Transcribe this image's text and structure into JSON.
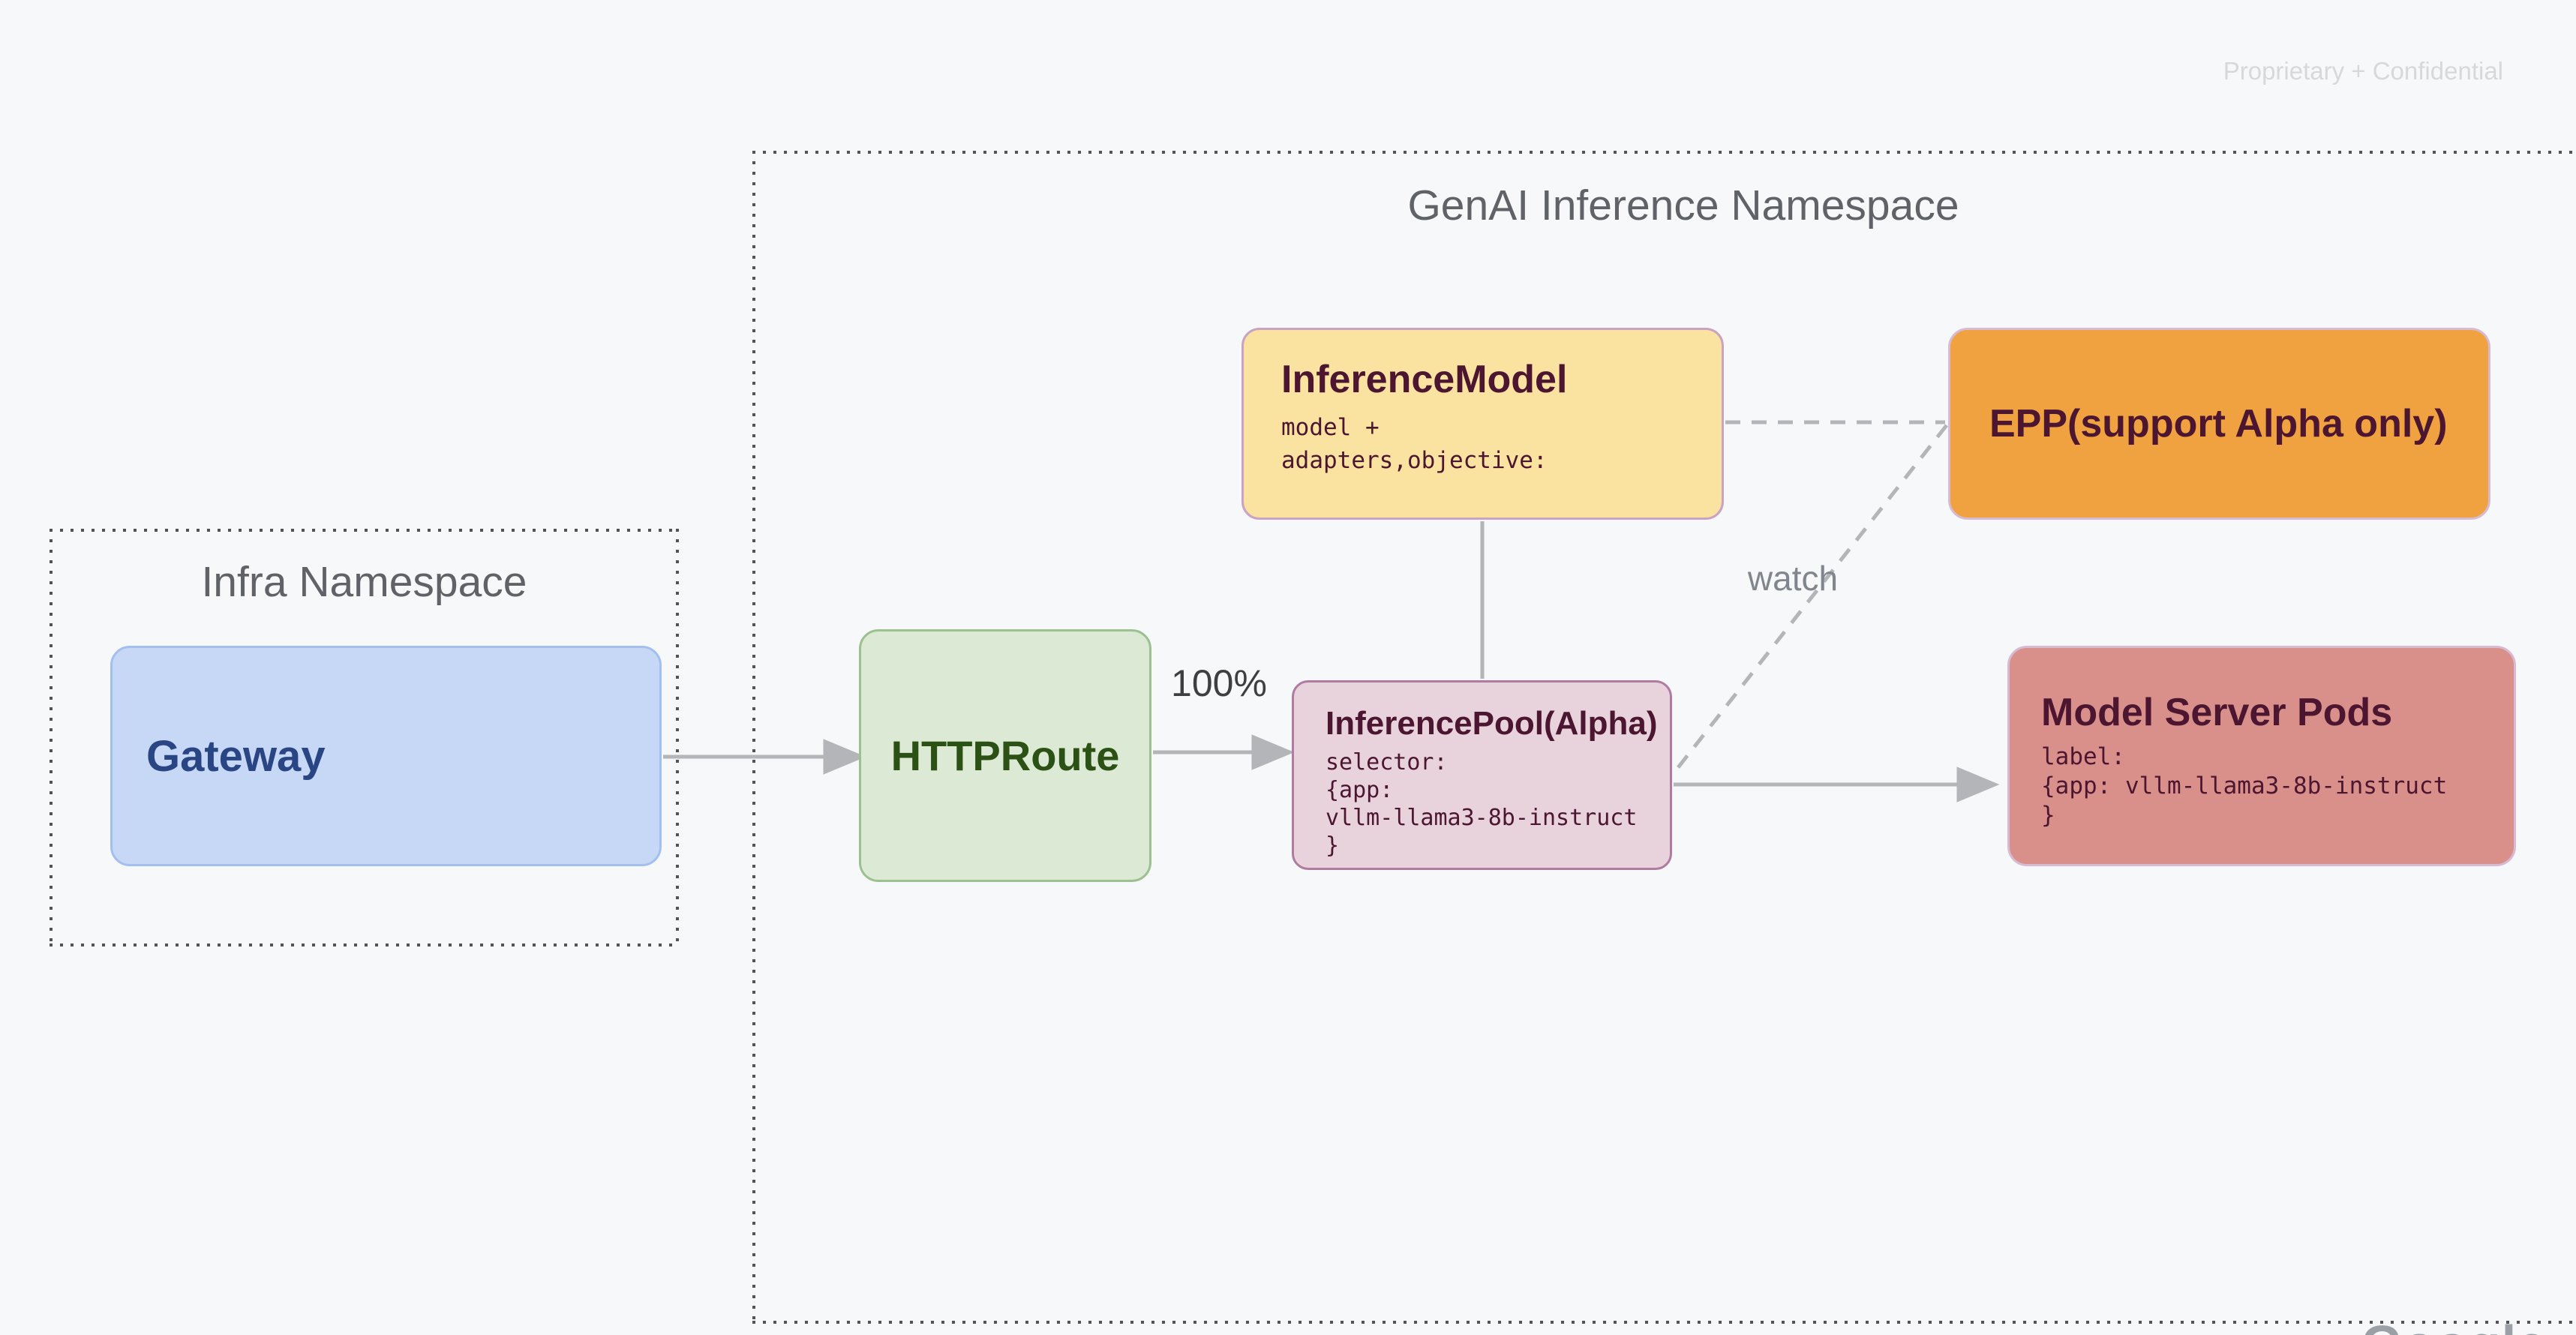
{
  "slide": {
    "confidential_note": "Proprietary + Confidential",
    "watermark_partial": "Google"
  },
  "infra_namespace": {
    "title": "Infra Namespace",
    "gateway": {
      "title": "Gateway"
    }
  },
  "genai_namespace": {
    "title": "GenAI Inference Namespace",
    "inference_model": {
      "title": "InferenceModel",
      "details": "model +\nadapters,objective:"
    },
    "epp": {
      "title": "EPP(support Alpha only)"
    },
    "httproute": {
      "title": "HTTPRoute"
    },
    "inference_pool": {
      "title": "InferencePool(Alpha)",
      "details": "selector:\n{app:\nvllm-llama3-8b-instruct\n}"
    },
    "model_server_pods": {
      "title": "Model Server Pods",
      "details": "label:\n{app: vllm-llama3-8b-instruct\n}"
    },
    "connector_labels": {
      "route_weight": "100%",
      "watch": "watch"
    }
  },
  "colors": {
    "background": "#F7F8FA",
    "gateway_fill": "#C7D8F6",
    "gateway_border": "#A3BFEF",
    "gateway_text": "#2A4583",
    "httproute_fill": "#DCE9D5",
    "httproute_border": "#9CC08F",
    "httproute_text": "#2B5114",
    "inference_model_fill": "#FAE2A0",
    "inference_model_border": "#C9A2C4",
    "epp_fill": "#F0A240",
    "inference_pool_fill": "#E8D3DD",
    "inference_pool_border": "#AF7BA1",
    "model_server_pods_fill": "#D9908B",
    "pink_border": "#D7BBD3",
    "shape_text_dark": "#4C1631",
    "connector_gray": "#B3B5B8",
    "namespace_dot_gray": "#515356",
    "namespace_title_gray": "#5F6368",
    "watch_label_gray": "#80868B",
    "confidential_gray": "#D6D8DA"
  }
}
